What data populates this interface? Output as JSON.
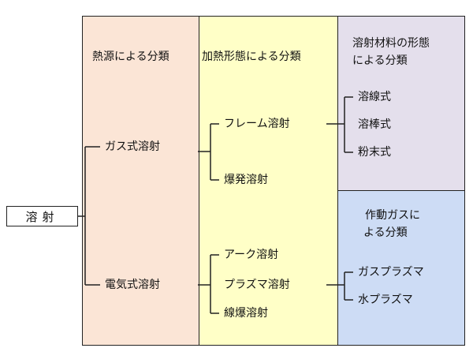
{
  "colors": {
    "panel_heat_source": "#fbe5d6",
    "panel_heating_form": "#ffffc7",
    "panel_material_form": "#e4dfec",
    "panel_working_gas": "#cddcf5",
    "line": "#222222"
  },
  "root": "溶射",
  "columns": {
    "heat_source": "熱源による分類",
    "heating_form": "加熱形態による分類",
    "material_form": [
      "溶射材料の形態",
      "による分類"
    ],
    "working_gas": [
      "作動ガスに",
      "よる分類"
    ]
  },
  "gas_branch": {
    "label": "ガス式溶射",
    "children": [
      "フレーム溶射",
      "爆発溶射"
    ],
    "materials": [
      "溶線式",
      "溶棒式",
      "粉末式"
    ]
  },
  "electric_branch": {
    "label": "電気式溶射",
    "children": [
      "アーク溶射",
      "プラズマ溶射",
      "線爆溶射"
    ],
    "gases": [
      "ガスプラズマ",
      "水プラズマ"
    ]
  }
}
